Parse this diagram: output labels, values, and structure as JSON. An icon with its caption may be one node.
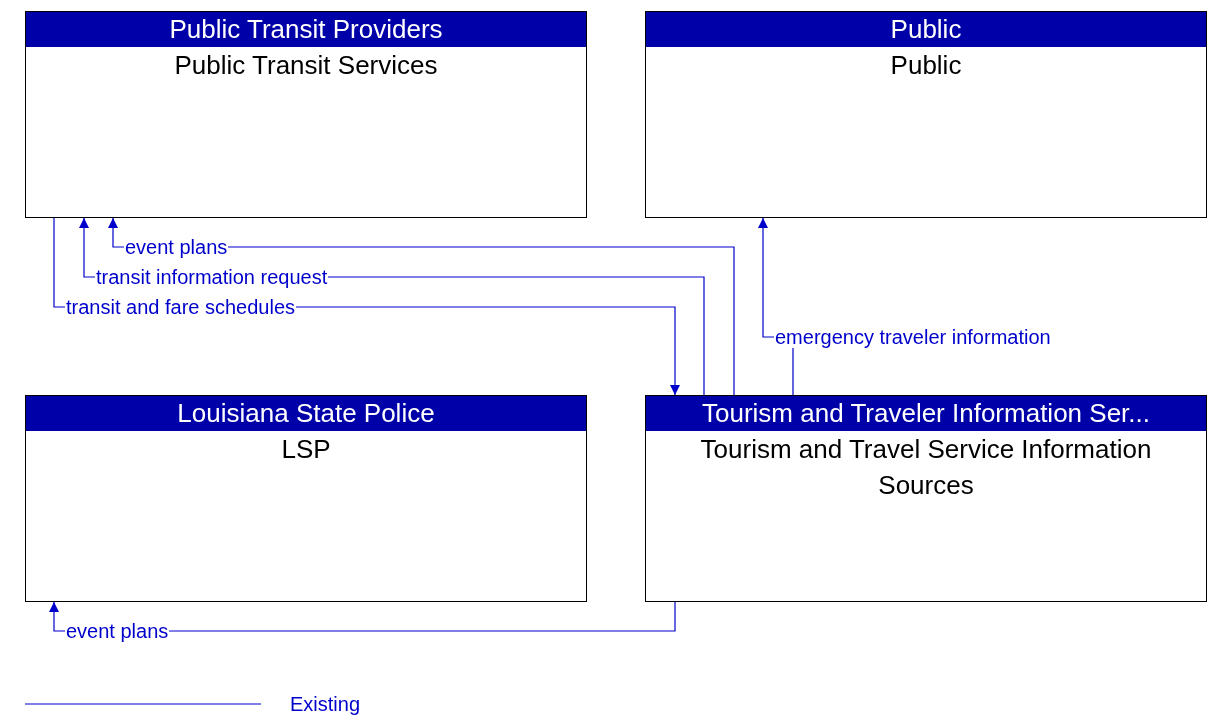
{
  "diagram": {
    "nodes": [
      {
        "text": [
          "Public Transit Providers",
          "Public Transit Services"
        ]
      },
      {
        "text": [
          "Public",
          "Public"
        ]
      },
      {
        "text": [
          "Louisiana State Police",
          "LSP"
        ]
      },
      {
        "text": [
          "Tourism and Traveler Information Ser...",
          "Tourism and Travel Service Information Sources"
        ]
      }
    ],
    "edges": [
      {
        "from": 3,
        "to": 0,
        "arrow": "to",
        "label": "event plans"
      },
      {
        "from": 3,
        "to": 0,
        "arrow": "to",
        "label": "transit information request"
      },
      {
        "from": 0,
        "to": 3,
        "arrow": "to",
        "label": "transit and fare schedules"
      },
      {
        "from": 3,
        "to": 1,
        "arrow": "to",
        "label": "emergency traveler information"
      },
      {
        "from": 3,
        "to": 2,
        "arrow": "to",
        "label": "event plans"
      }
    ],
    "legend": [
      {
        "text": "Existing"
      }
    ]
  }
}
